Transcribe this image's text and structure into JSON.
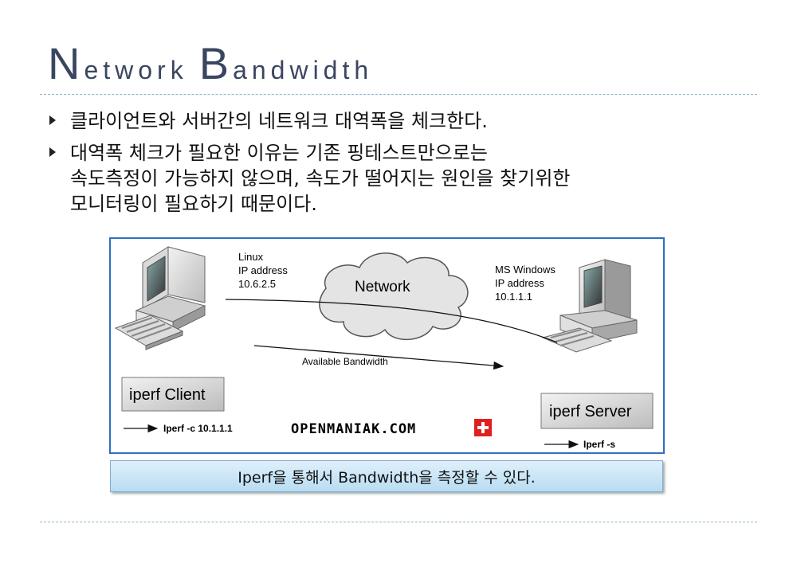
{
  "title": {
    "w1_cap": "N",
    "w1_rest": "etwork",
    "w2_cap": "B",
    "w2_rest": "andwidth"
  },
  "bullets": [
    {
      "lines": [
        "클라이언트와 서버간의 네트워크 대역폭을 체크한다."
      ]
    },
    {
      "lines": [
        "대역폭 체크가 필요한 이유는 기존 핑테스트만으로는",
        "속도측정이 가능하지 않으며, 속도가 떨어지는 원인을 찾기위한",
        "모니터링이 필요하기 때문이다."
      ]
    }
  ],
  "diagram": {
    "client_info": [
      "Linux",
      "IP address",
      "10.6.2.5"
    ],
    "server_info": [
      "MS Windows",
      "IP address",
      "10.1.1.1"
    ],
    "cloud_label": "Network",
    "bandwidth_label": "Available Bandwidth",
    "client_box": "iperf Client",
    "server_box": "iperf Server",
    "client_cmd": "Iperf -c 10.1.1.1",
    "server_cmd": "Iperf -s",
    "brand": "OPENMANIAK.COM"
  },
  "caption": "Iperf을 통해서 Bandwidth을 측정할 수 있다.",
  "colors": {
    "title": "#3a4660",
    "frame": "#2f6fbf",
    "caption_bg": "#cfe8f7",
    "flag": "#e0201e"
  }
}
